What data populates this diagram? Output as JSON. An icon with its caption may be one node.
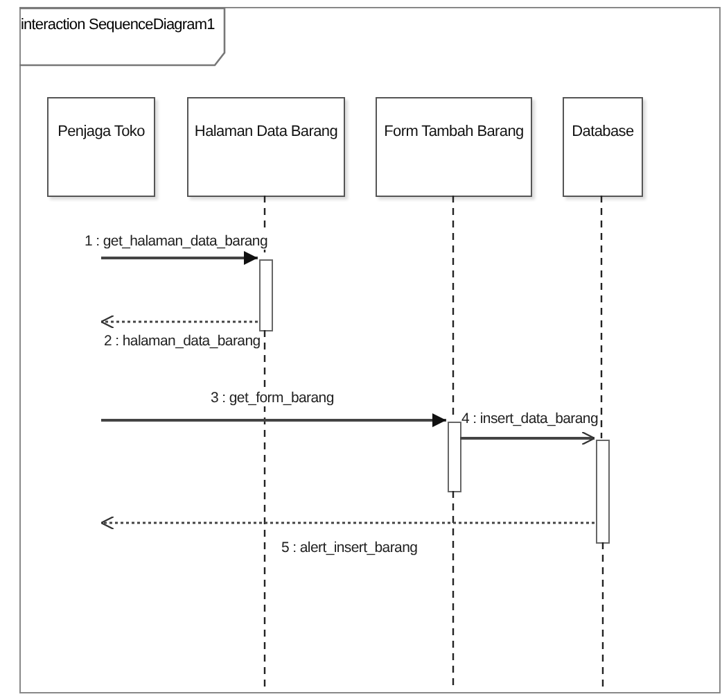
{
  "diagram": {
    "nodes": [
      {
        "text": [
          "interaction SequenceDiagram1"
        ]
      },
      {
        "text": [
          "Penjaga Toko"
        ],
        "in": 0
      },
      {
        "text": [
          "Halaman Data Barang"
        ],
        "in": 0
      },
      {
        "text": [
          "Form Tambah Barang"
        ],
        "in": 0
      },
      {
        "text": [
          "Database"
        ],
        "in": 0
      },
      {
        "text": [],
        "shape": "bar",
        "in": 0
      },
      {
        "text": [],
        "shape": "bar",
        "in": 0
      },
      {
        "text": [],
        "shape": "bar",
        "in": 0
      }
    ],
    "edges": [
      {
        "from": null,
        "to": 5,
        "arrow": "to",
        "label": "1 : get_halaman_data_barang"
      },
      {
        "from": 5,
        "to": null,
        "arrow": "to",
        "label": "2 : halaman_data_barang",
        "style": "dashed"
      },
      {
        "from": null,
        "to": 6,
        "arrow": "to",
        "label": "3 : get_form_barang"
      },
      {
        "from": 6,
        "to": 7,
        "arrow": "to",
        "label": "4 : insert_data_barang"
      },
      {
        "from": 7,
        "to": null,
        "arrow": "to",
        "label": "5 : alert_insert_barang",
        "style": "dashed"
      },
      {
        "from": 2,
        "to": 5,
        "arrow": "none",
        "style": "dashed"
      },
      {
        "from": 3,
        "to": 6,
        "arrow": "none",
        "style": "dashed"
      },
      {
        "from": 4,
        "to": 7,
        "arrow": "none",
        "style": "dashed"
      }
    ]
  }
}
